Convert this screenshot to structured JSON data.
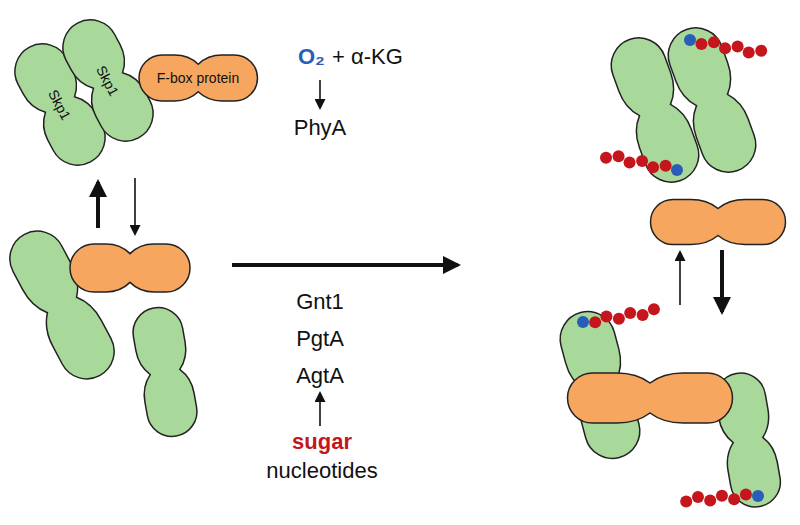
{
  "diagram": {
    "nodes": [
      {
        "text": [
          "Skp1"
        ]
      },
      {
        "text": [
          "Skp1"
        ]
      },
      {
        "text": [
          "F-box protein"
        ]
      }
    ],
    "labels": [
      "O₂",
      "+ α-KG",
      "PhyA",
      "Gnt1",
      "PgtA",
      "AgtA",
      "sugar",
      "nucleotides"
    ]
  }
}
